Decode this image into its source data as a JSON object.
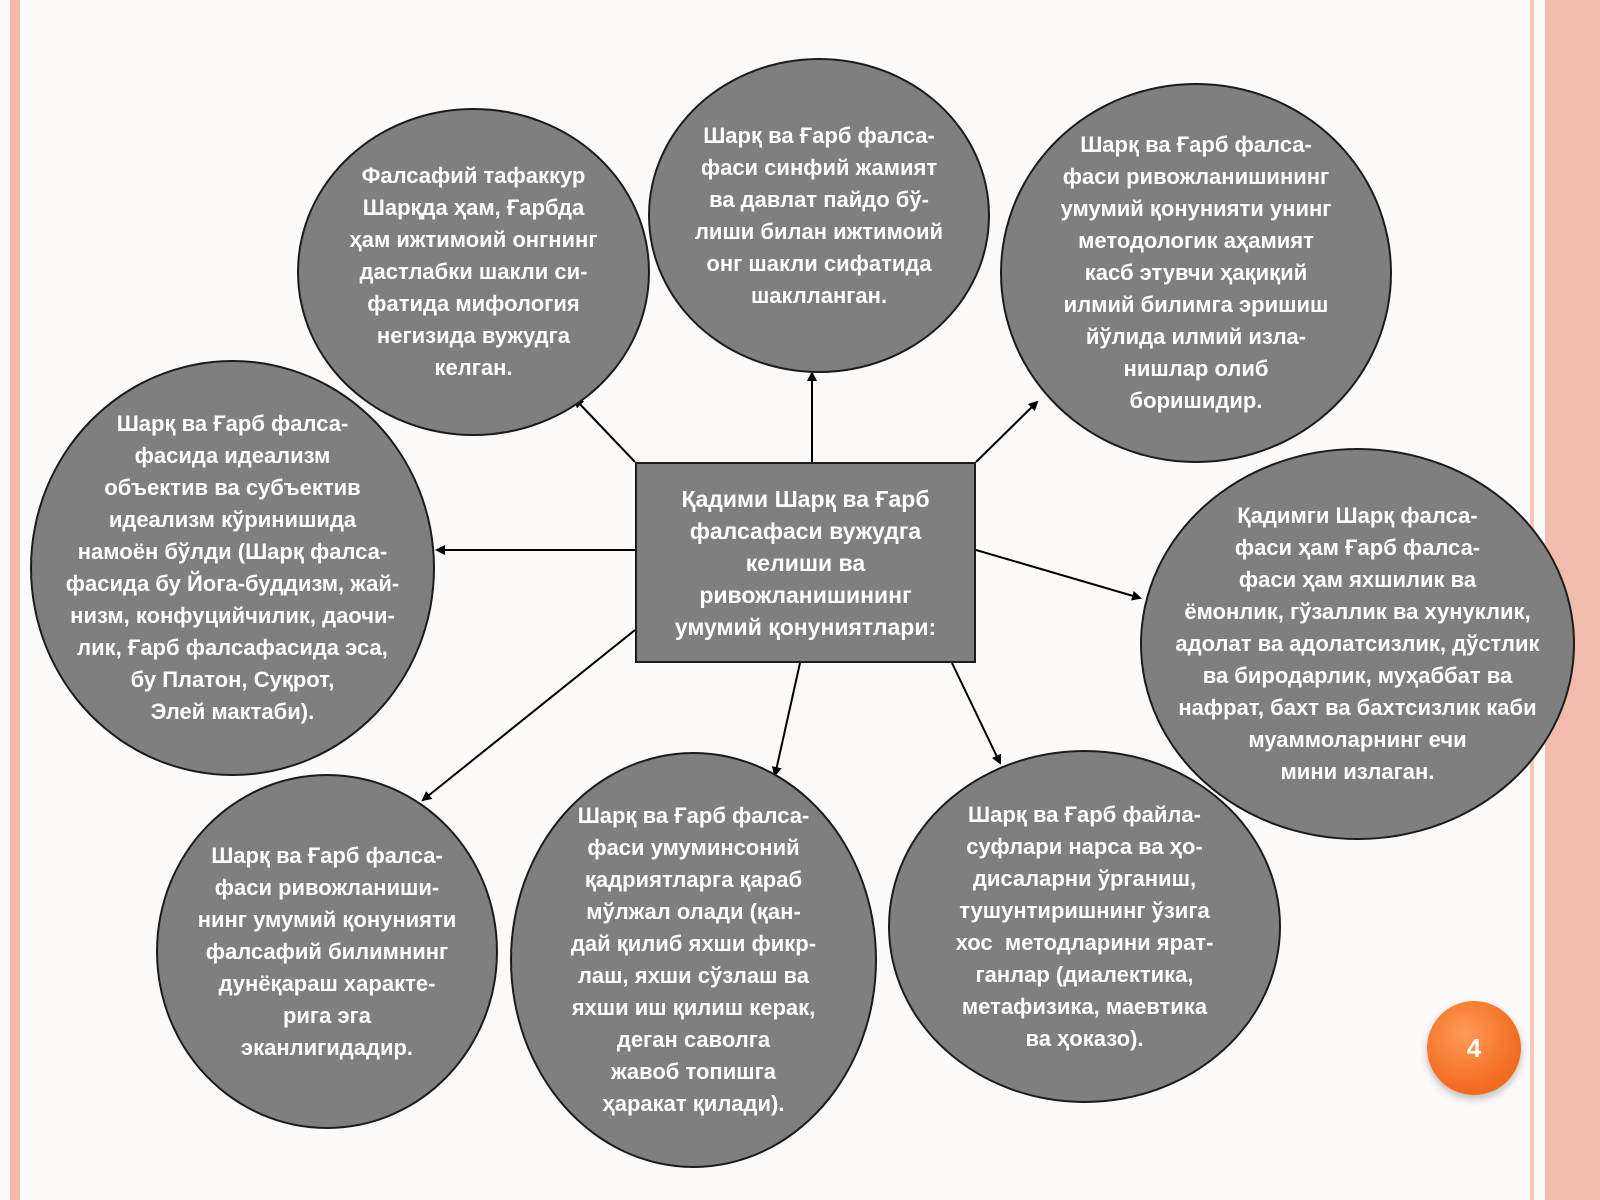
{
  "center": {
    "text": "Қадими Шарқ ва Ғарб\nфалсафаси вужудга\nкелиши ва\nривожланишининг\nумумий қонуниятлари:"
  },
  "nodes": [
    {
      "id": "top-left",
      "text": "Фалсафий тафаккур\nШарқда ҳам, Ғарбда\nҳам ижтимоий онгнинг\nдастлабки шакли си-\nфатида мифология\nнегизида вужудга\nкелган."
    },
    {
      "id": "top",
      "text": "Шарқ ва Ғарб фалса-\nфаси синфий жамият\nва давлат пайдо бў-\nлиши билан ижтимоий\nонг шакли сифатида\nшаклланган."
    },
    {
      "id": "top-right",
      "text": "Шарқ ва Ғарб фалса-\nфаси ривожланишининг\nумумий қонунияти унинг\nметодологик аҳамият\nкасб этувчи ҳақиқий\nилмий билимга эришиш\nйўлида илмий изла-\nнишлар олиб\nборишидир."
    },
    {
      "id": "left",
      "text": "Шарқ ва Ғарб фалса-\nфасида идеализм\nобъектив ва субъектив\nидеализм кўринишида\nнамоён бўлди (Шарқ фалса-\nфасида бу Йога-буддизм, жай-\nнизм, конфуцийчилик, даочи-\nлик, Ғарб фалсафасида эса,\nбу Платон, Суқрот,\nЭлей мактаби)."
    },
    {
      "id": "right",
      "text": "Қадимги Шарқ фалса-\nфаси ҳам Ғарб фалса-\nфаси ҳам яхшилик ва\nёмонлик, гўзаллик ва хунуклик,\nадолат ва адолатсизлик, дўстлик\nва биродарлик, муҳаббат ва\nнафрат, бахт ва бахтсизлик каби\nмуаммоларнинг ечи\nмини излаган."
    },
    {
      "id": "bottom-left",
      "text": "Шарқ ва Ғарб фалса-\nфаси ривожланиши-\nнинг умумий қонунияти\nфалсафий билимнинг\nдунёқараш характе-\nрига эга\nэканлигидадир."
    },
    {
      "id": "bottom",
      "text": "Шарқ ва Ғарб фалса-\nфаси умуминсоний\nқадриятларга қараб\nмўлжал олади (қан-\nдай қилиб яхши фикр-\nлаш, яхши сўзлаш ва\nяхши иш қилиш керак,\nдеган саволга\nжавоб топишга\nҳаракат қилади)."
    },
    {
      "id": "bottom-right",
      "text": "Шарқ ва Ғарб файла-\nсуфлари нарса ва ҳо-\nдисаларни ўрганиш,\nтушунтиришнинг ўзига\nхос  методларини ярат-\nганлар (диалектика,\nметафизика, маевтика\nва ҳоказо)."
    }
  ],
  "page_number": "4"
}
